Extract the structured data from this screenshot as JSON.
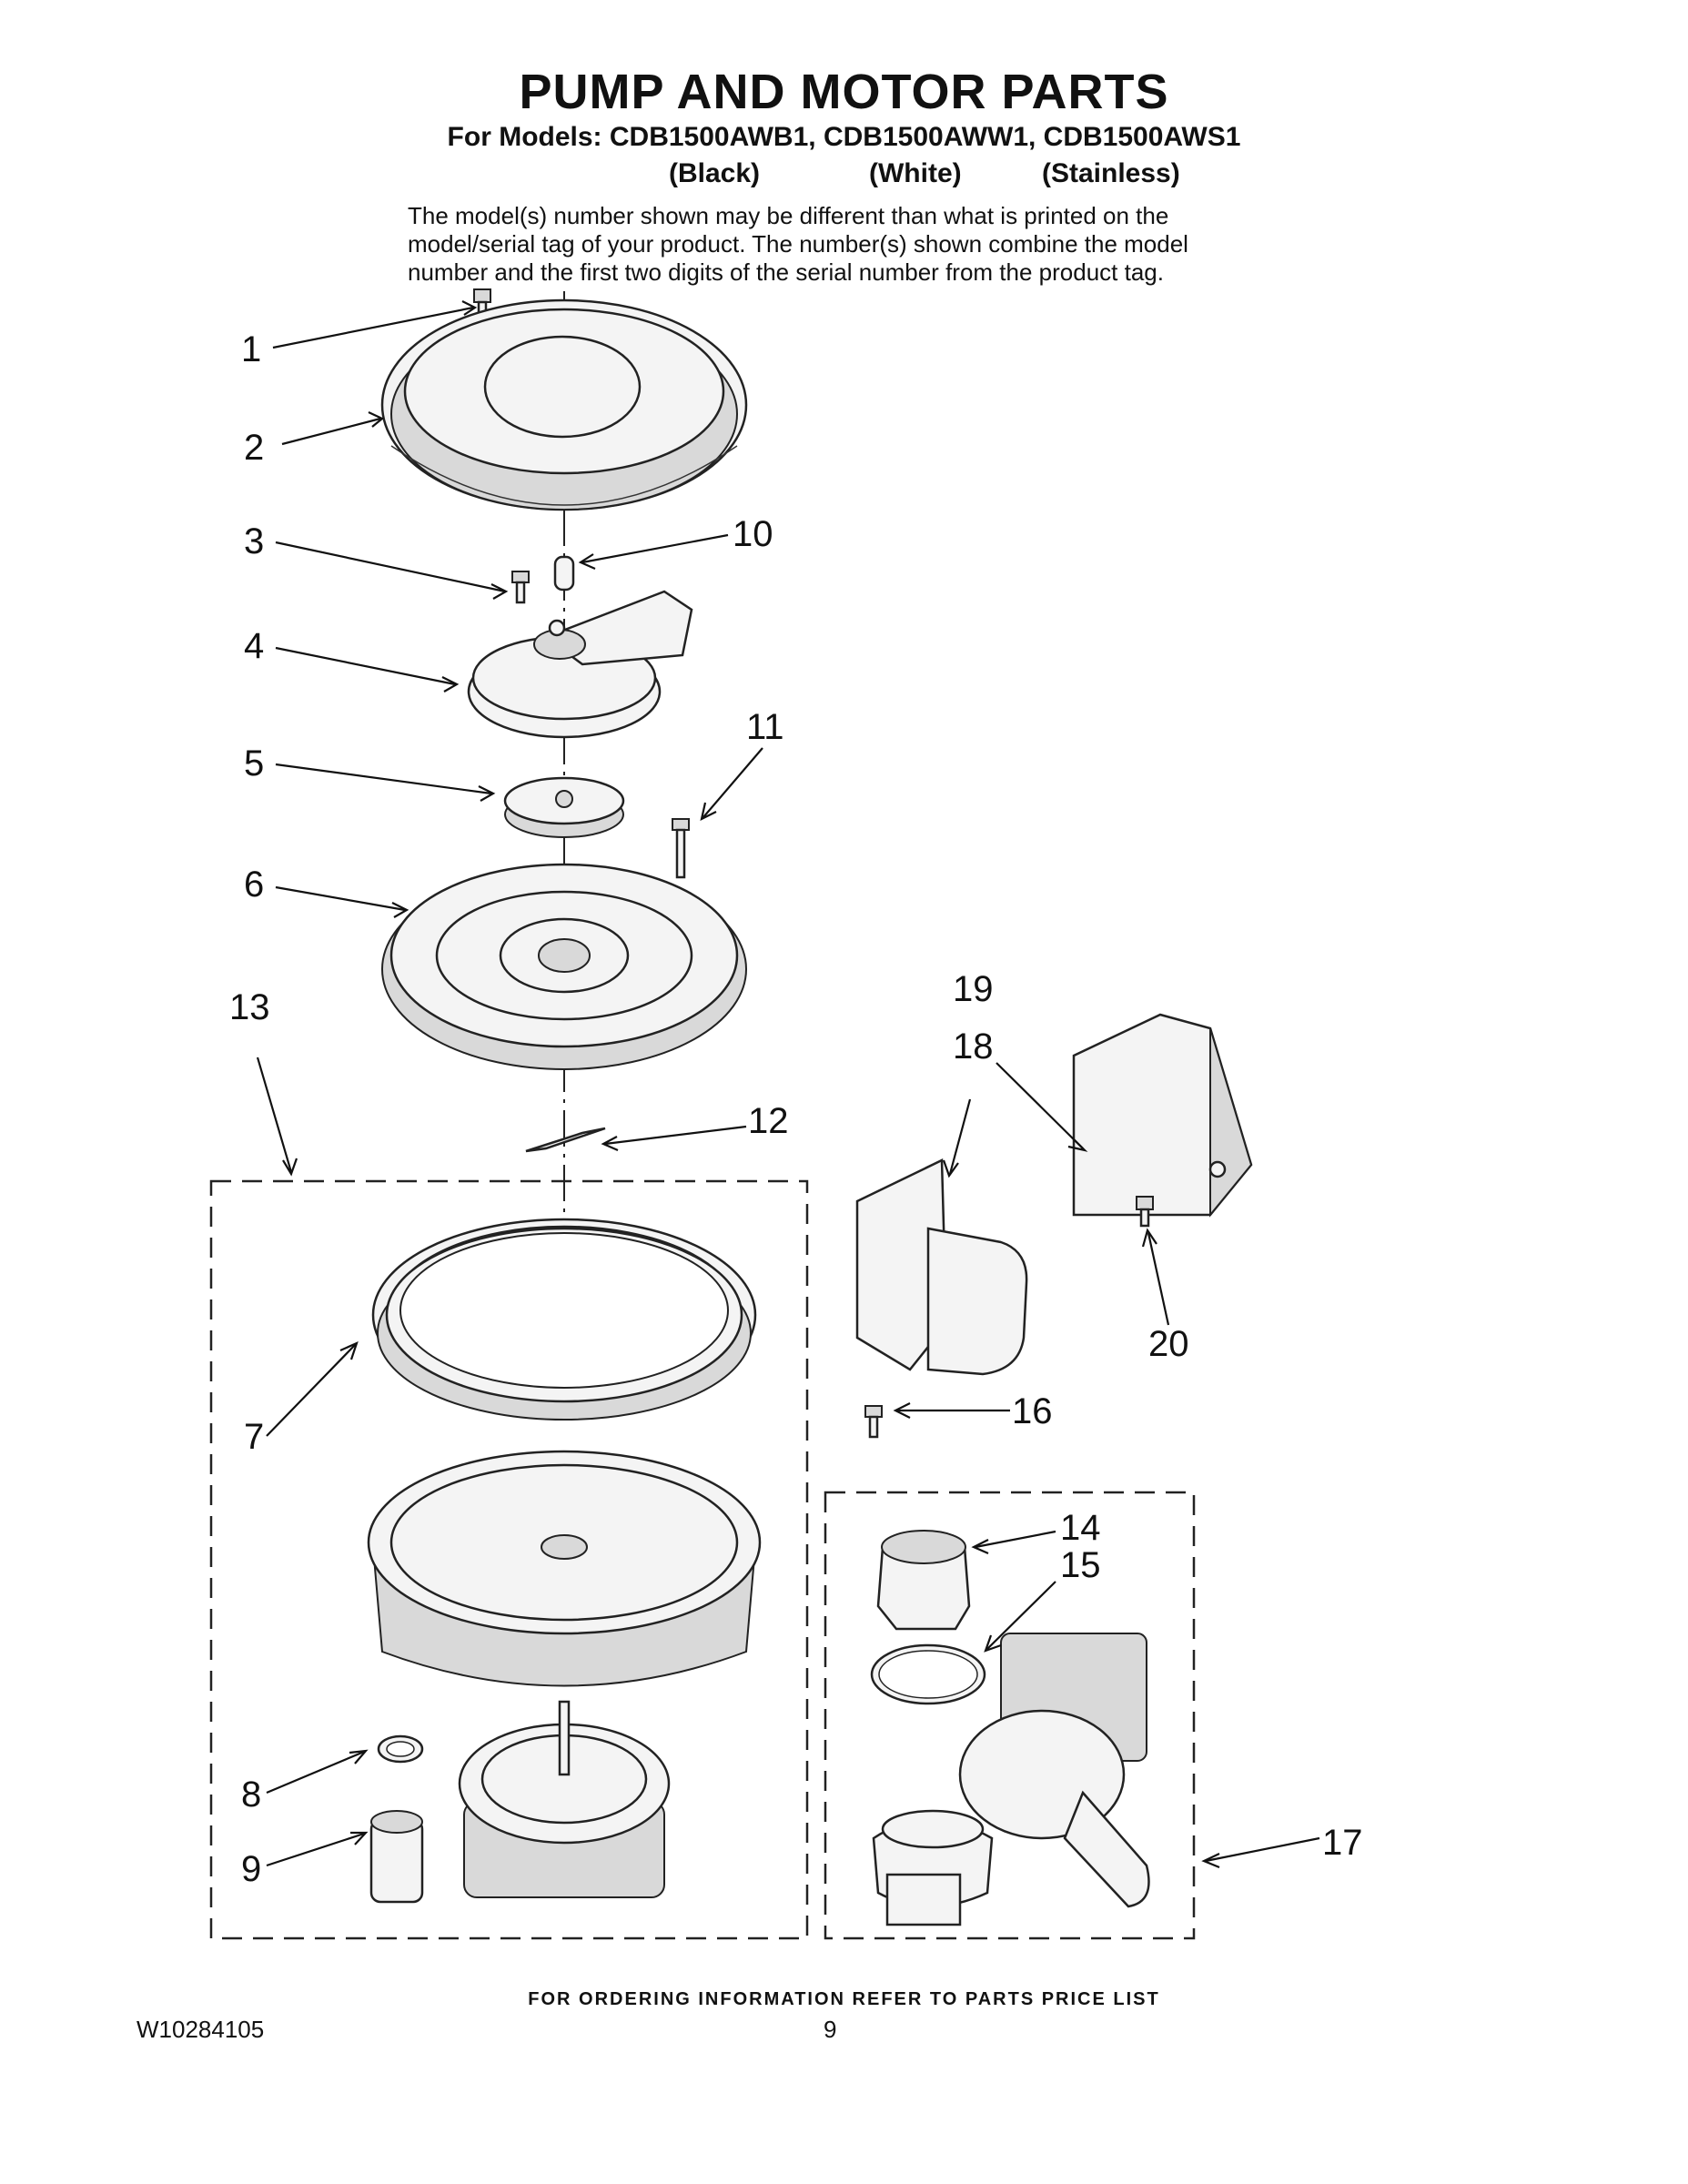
{
  "header": {
    "title": "PUMP AND MOTOR PARTS",
    "models_line": "For Models: CDB1500AWB1, CDB1500AWW1, CDB1500AWS1",
    "variants": [
      "(Black)",
      "(White)",
      "(Stainless)"
    ],
    "note_lines": [
      "The model(s) number shown may be different than what is printed on the",
      "model/serial tag of your product. The number(s) shown combine the model",
      "number and the first two digits of the serial number from the product tag."
    ]
  },
  "diagram": {
    "callouts": [
      "1",
      "2",
      "3",
      "4",
      "5",
      "6",
      "7",
      "8",
      "9",
      "10",
      "11",
      "12",
      "13",
      "14",
      "15",
      "16",
      "17",
      "18",
      "19",
      "20"
    ]
  },
  "footer": {
    "ordering": "FOR ORDERING INFORMATION REFER TO PARTS PRICE LIST",
    "doc_number": "W10284105",
    "page_number": "9"
  }
}
